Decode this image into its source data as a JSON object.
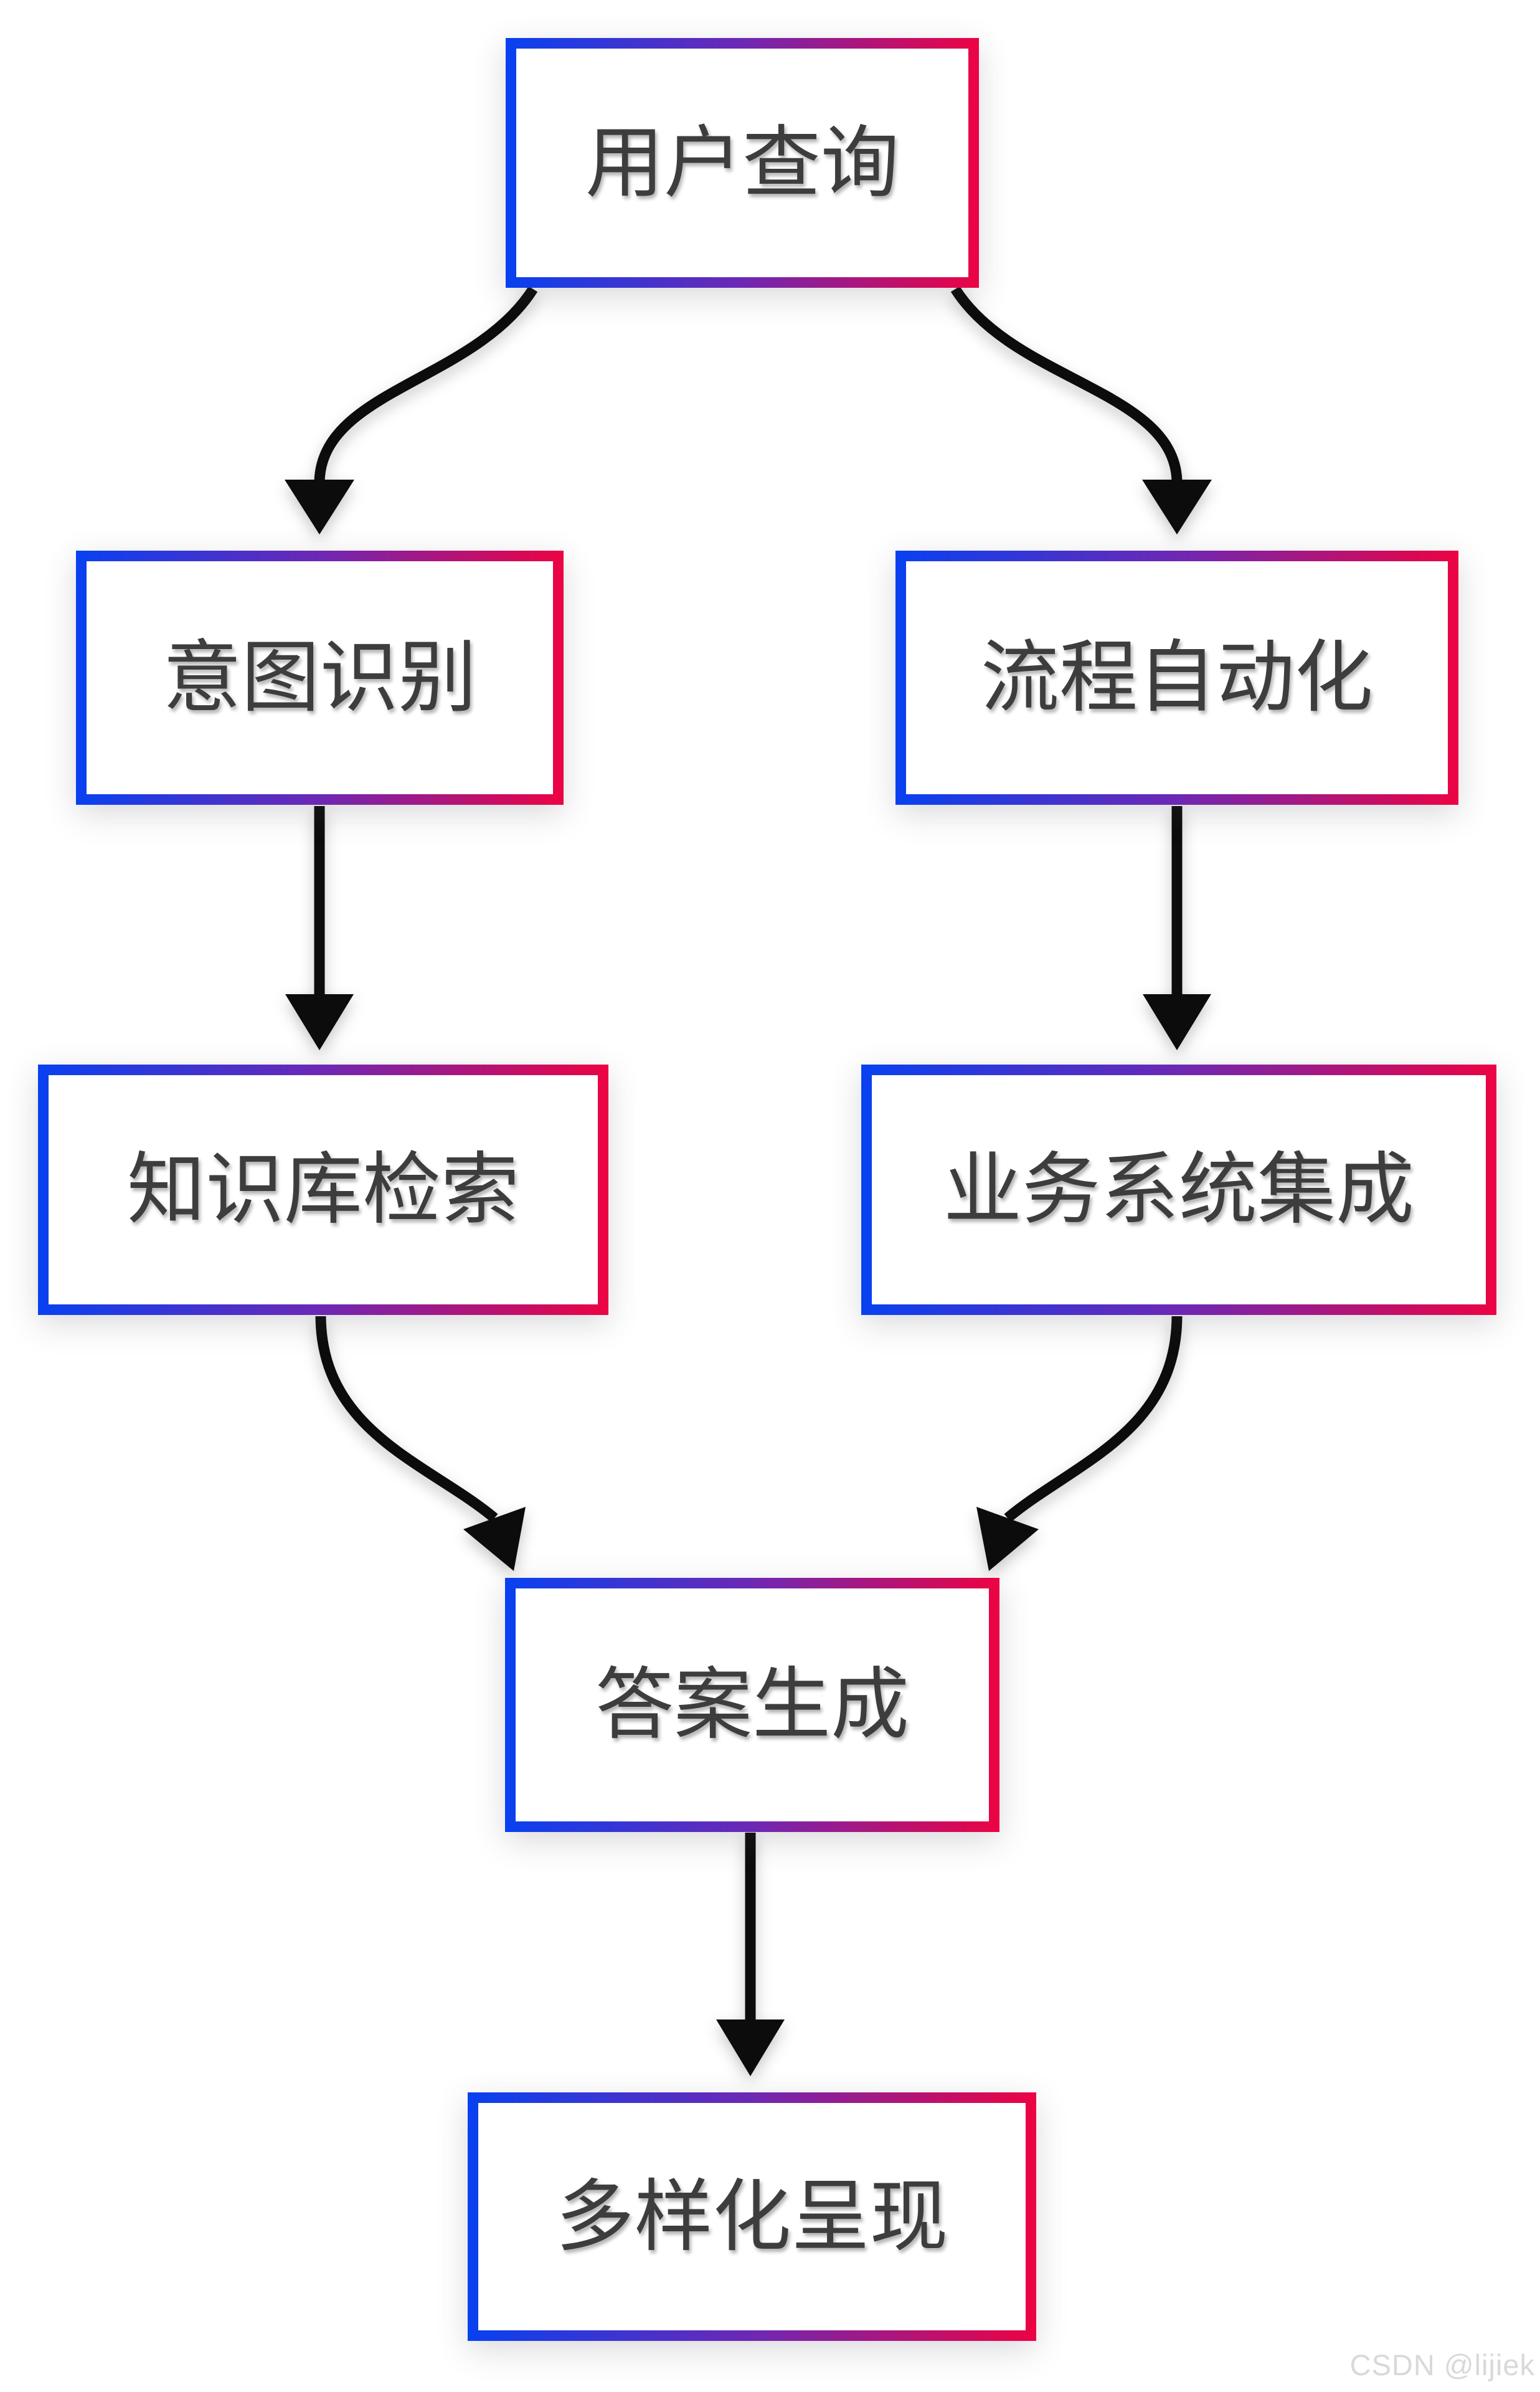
{
  "diagram": {
    "type": "flowchart",
    "nodes": [
      {
        "id": "user-query",
        "label": "用户查询"
      },
      {
        "id": "intent-recognition",
        "label": "意图识别"
      },
      {
        "id": "process-automation",
        "label": "流程自动化"
      },
      {
        "id": "knowledge-base-retrieval",
        "label": "知识库检索"
      },
      {
        "id": "business-system-integration",
        "label": "业务系统集成"
      },
      {
        "id": "answer-generation",
        "label": "答案生成"
      },
      {
        "id": "diversified-presentation",
        "label": "多样化呈现"
      }
    ],
    "edges": [
      {
        "from": "user-query",
        "to": "intent-recognition"
      },
      {
        "from": "user-query",
        "to": "process-automation"
      },
      {
        "from": "intent-recognition",
        "to": "knowledge-base-retrieval"
      },
      {
        "from": "process-automation",
        "to": "business-system-integration"
      },
      {
        "from": "knowledge-base-retrieval",
        "to": "answer-generation"
      },
      {
        "from": "business-system-integration",
        "to": "answer-generation"
      },
      {
        "from": "answer-generation",
        "to": "diversified-presentation"
      }
    ],
    "colors": {
      "border_gradient_start": "#0841f0",
      "border_gradient_mid": "#6d28b4",
      "border_gradient_end": "#ec0343",
      "arrow": "#0c0c0c",
      "label_text": "#3d3d3d",
      "background": "#ffffff"
    }
  },
  "watermark": {
    "text": "CSDN @lijiek",
    "color": "#d9d9d9"
  }
}
